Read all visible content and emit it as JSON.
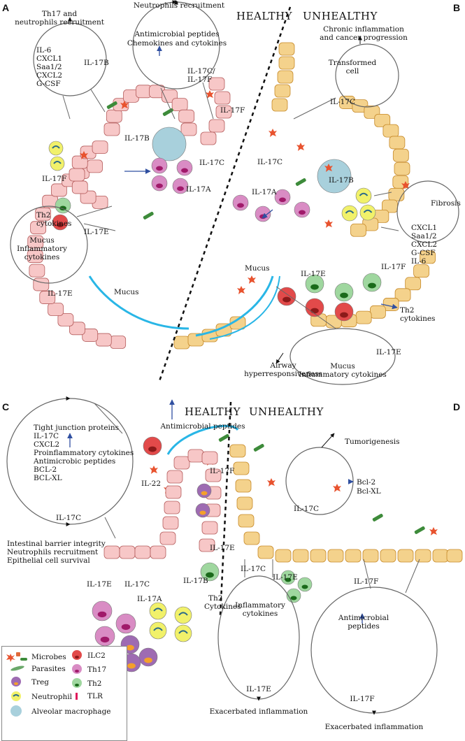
{
  "colors": {
    "healthy": "#f7c7c7",
    "healthy_stroke": "#b55d5d",
    "unhealthy": "#f4d28c",
    "unhealthy_stroke": "#c68a2a",
    "mucus": "#29b6e6",
    "microbe": "#e8532f",
    "parasite": "#3d8b3a",
    "tlr": "#e0185a",
    "ilc2": "#e24a4a",
    "th17": "#d98cc4",
    "treg": "#9e6bb2",
    "th2": "#9fd79f",
    "neutrophil": "#f1f16a",
    "macrophage": "#a8d0dc",
    "arrow_blue": "#2f4fa0"
  },
  "panels": {
    "a": "A",
    "b": "B",
    "c": "C",
    "d": "D"
  },
  "top": {
    "healthy": "HEALTHY",
    "unhealthy": "UNHEALTHY",
    "neutrophils_recruitment": "Neutrophils recruitment",
    "th17_title_1": "Th17 and",
    "th17_title_2": "neutrophils recruitment",
    "box1": [
      "IL-6",
      "CXCL1",
      "Saa1/2",
      "CXCL2",
      "G-CSF"
    ],
    "il17b_1": "IL-17B",
    "amp_1": "Antimicrobial peptides",
    "amp_2": "Chemokines and cytokines",
    "il17cf_1": "IL-17C/",
    "il17cf_2": "IL-17F",
    "il17f_a": "IL-17F",
    "il17b_mac": "IL-17B",
    "il17c_a": "IL-17C",
    "il17a_a": "IL-17A",
    "il17f_left": "IL-17F",
    "th2_cyt_1": "Th2",
    "th2_cyt_2": "cytokines",
    "il17e_a": "IL-17E",
    "mucus_box_1": "Mucus",
    "mucus_box_2": "Inflammatory",
    "mucus_box_3": "cytokines",
    "il17e_box": "IL-17E",
    "mucus_a": "Mucus",
    "chronic_1": "Chronic inflammation",
    "chronic_2": "and cancer progression",
    "transformed_1": "Transformed",
    "transformed_2": "cell",
    "il17c_tr": "IL-17C",
    "il17c_b": "IL-17C",
    "il17a_b": "IL-17A",
    "il17b_b": "IL-17B",
    "fibrosis": "Fibrosis",
    "box_b": [
      "CXCL1",
      "Saa1/2",
      "CXCL2",
      "G-CSF",
      "IL-6"
    ],
    "il17f_b": "IL-17F",
    "il17e_b": "IL-17E",
    "mucus_b": "Mucus",
    "th2_b_1": "Th2",
    "th2_b_2": "cytokines",
    "il17e_airway": "IL-17E",
    "airway_1": "Airway",
    "airway_2": "hyperresponsiveness",
    "mucus_inf_1": "Mucus",
    "mucus_inf_2": "Inflammatory cytokines"
  },
  "bottom": {
    "healthy": "HEALTHY",
    "unhealthy": "UNHEALTHY",
    "tj_list": [
      "Tight junction proteins",
      "IL-17C",
      "CXCL2",
      "Proinflammatory cytokines",
      "Antimicrobic peptides",
      "BCL-2",
      "BCL-XL"
    ],
    "il17c_circle": "IL-17C",
    "barrier": [
      "Intestinal barrier integrity",
      "Neutrophils recruitment",
      "Epithelial cell survival"
    ],
    "amp": "Antimicrobial peptides",
    "il22": "IL-22",
    "il17f_c": "IL-17F",
    "il17e_c1": "IL-17E",
    "il17c_c": "IL-17C",
    "il17a_c": "IL-17A",
    "il17b_c": "IL-17B",
    "il17e_c2": "IL-17E",
    "th2_1": "Th2",
    "th2_2": "Cytokines",
    "tumorigenesis": "Tumorigenesis",
    "bcl2": "Bcl-2",
    "bclx": "Bcl-XL",
    "il17c_d1": "IL-17C",
    "il17c_d2": "IL-17C",
    "il17e_d": "IL-17E",
    "il17f_d": "IL-17F",
    "infl_1": "Inflammatory",
    "infl_2": "cytokines",
    "il17e_circ": "IL-17E",
    "exac_1": "Exacerbated inflammation",
    "amp_d_1": "Antimicrobial",
    "amp_d_2": "peptides",
    "il17f_circ": "IL-17F",
    "exac_2": "Exacerbated inflammation"
  },
  "legend": {
    "microbes": "Microbes",
    "parasites": "Parasites",
    "treg": "Treg",
    "neutrophil": "Neutrophil",
    "macrophage": "Alveolar macrophage",
    "ilc2": "ILC2",
    "th17": "Th17",
    "th2": "Th2",
    "tlr": "TLR"
  }
}
